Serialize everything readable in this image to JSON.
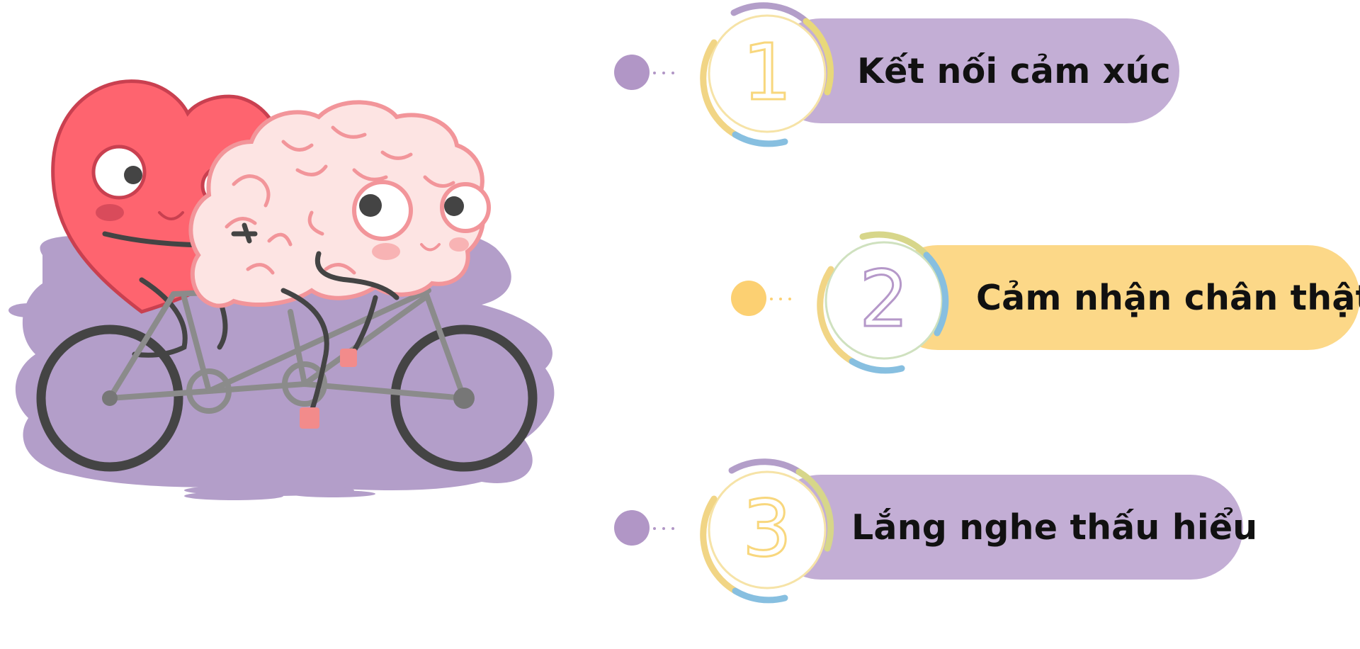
{
  "colors": {
    "purple": "#c3aed5",
    "yellow": "#fcd888",
    "dot_purple": "#b196c6",
    "dot_yellow": "#fcd072",
    "number_yellow": "#f8d77d",
    "number_purple": "#b598c9"
  },
  "steps": [
    {
      "number": "1",
      "label": "Kết nối cảm xúc",
      "color": "purple"
    },
    {
      "number": "2",
      "label": "Cảm nhận chân thật",
      "color": "yellow"
    },
    {
      "number": "3",
      "label": "Lắng nghe thấu hiểu",
      "color": "purple"
    }
  ],
  "illustration": {
    "icons": [
      "heart-character-icon",
      "brain-character-icon",
      "bicycle-icon"
    ]
  }
}
